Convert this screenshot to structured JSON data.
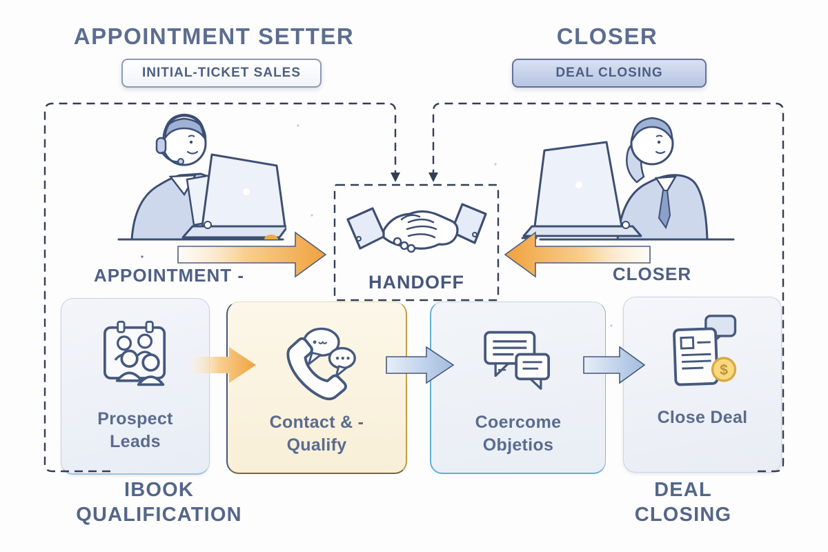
{
  "header": {
    "left": {
      "title": "APPOINTMENT SETTER",
      "badge": "INITIAL-TICKET SALES"
    },
    "right": {
      "title": "CLOSER",
      "badge": "DEAL CLOSING"
    }
  },
  "flow": {
    "setter_label": "APPOINTMENT -",
    "handoff_label": "HANDOFF",
    "closer_label": "CLOSER"
  },
  "cards": [
    {
      "icon": "prospect-group-icon",
      "lines": [
        "Prospect",
        "Leads"
      ]
    },
    {
      "icon": "phone-chat-icon",
      "lines": [
        "Contact & -",
        "Qualify"
      ]
    },
    {
      "icon": "chat-objections-icon",
      "lines": [
        "Coercome",
        "Objetios"
      ]
    },
    {
      "icon": "contract-money-icon",
      "lines": [
        "Close Deal"
      ],
      "coin_symbol": "$"
    }
  ],
  "footer": {
    "left_lines": [
      "IBOOK",
      "QUALIFICATION"
    ],
    "right_lines": [
      "DEAL",
      "CLOSING"
    ]
  },
  "colors": {
    "accent_orange": "#f0a843",
    "slate_text": "#5c6d90",
    "navy_line": "#323e55",
    "card_cream": "#faf3e2",
    "card_gray": "#eef1f7",
    "arrow_blue": "#a9c1e2",
    "coin_gold": "#f9d97d",
    "cyan_border": "#62aed4"
  }
}
